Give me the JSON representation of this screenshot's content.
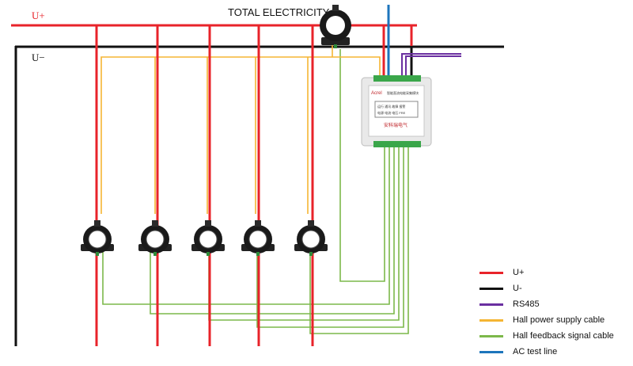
{
  "title": "TOTAL ELECTRICITY",
  "bus_labels": {
    "positive": "U+",
    "negative": "U−"
  },
  "device": {
    "brand": "Acrel",
    "line1": "智能直流电能采集模块",
    "line2": "运行  通讯  故障  报警",
    "line3": "电源  电流  电压  FRE",
    "footer": "安科瑞电气"
  },
  "colors": {
    "positive": "#e8232a",
    "negative": "#111111",
    "rs485": "#6a2fa0",
    "hall_power": "#f5b533",
    "hall_feedback": "#7cb84a",
    "ac_test": "#1d75bc"
  },
  "legend": [
    {
      "label": "U+",
      "color_key": "positive"
    },
    {
      "label": "U-",
      "color_key": "negative"
    },
    {
      "label": "RS485",
      "color_key": "rs485"
    },
    {
      "label": "Hall power supply cable",
      "color_key": "hall_power"
    },
    {
      "label": "Hall feedback signal cable",
      "color_key": "hall_feedback"
    },
    {
      "label": "AC test line",
      "color_key": "ac_test"
    }
  ]
}
